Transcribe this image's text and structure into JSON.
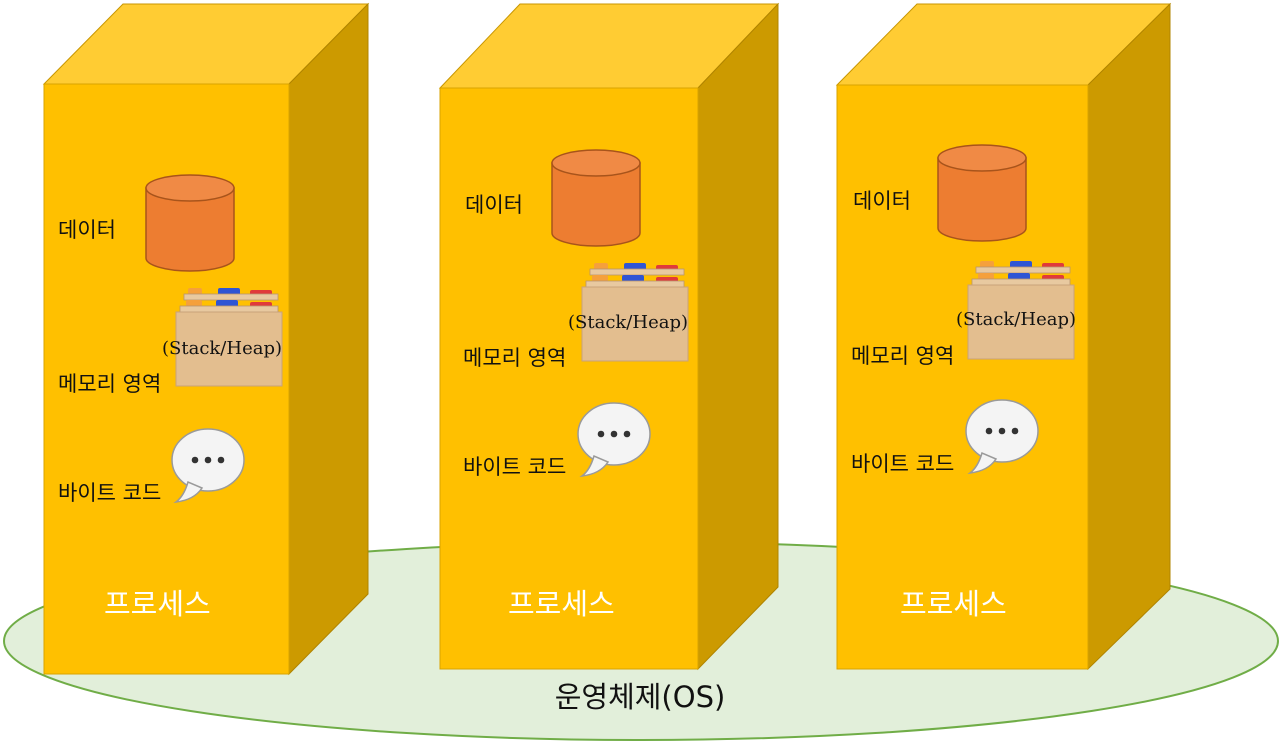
{
  "os": {
    "label": "운영체제(OS)"
  },
  "processes": [
    {
      "title": "프로세스",
      "data_label": "데이터",
      "memory_label": "메모리 영역",
      "memory_detail": "(Stack/Heap)",
      "bytecode_label": "바이트 코드"
    },
    {
      "title": "프로세스",
      "data_label": "데이터",
      "memory_label": "메모리 영역",
      "memory_detail": "(Stack/Heap)",
      "bytecode_label": "바이트 코드"
    },
    {
      "title": "프로세스",
      "data_label": "데이터",
      "memory_label": "메모리 영역",
      "memory_detail": "(Stack/Heap)",
      "bytecode_label": "바이트 코드"
    }
  ],
  "icons": {
    "data": "database-cylinder-icon",
    "memory": "file-box-icon",
    "bytecode": "speech-bubble-icon"
  },
  "colors": {
    "box_front": "#FFC000",
    "box_top": "#FFCC33",
    "box_side": "#CC9A00",
    "cylinder": "#ED7D31",
    "os_ellipse_fill": "#E2EFDA",
    "os_ellipse_stroke": "#70AD47",
    "process_title": "#FFFFFF"
  }
}
